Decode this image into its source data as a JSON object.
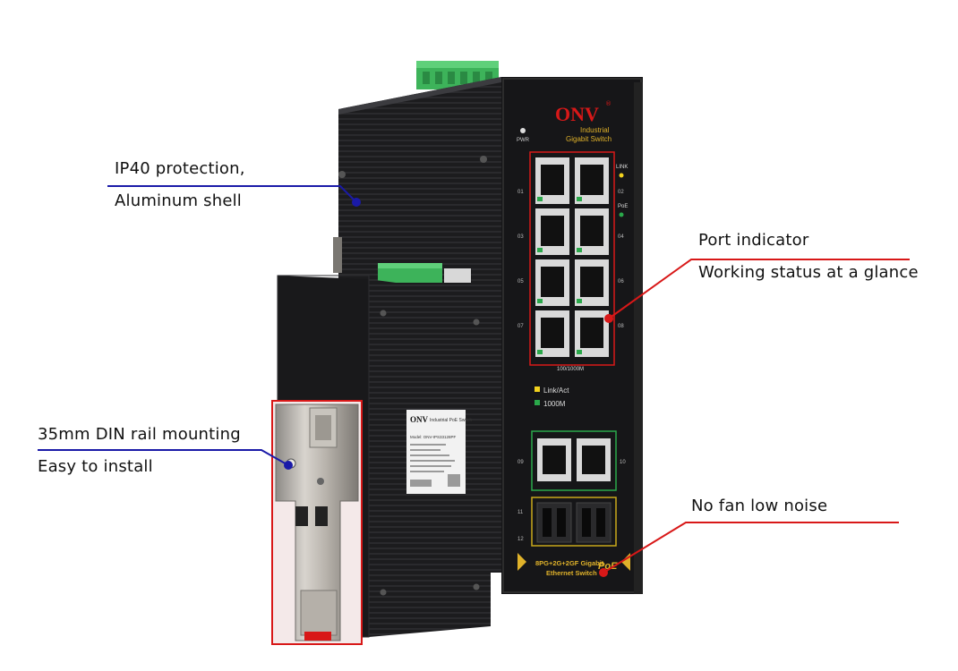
{
  "callouts": {
    "ip40": {
      "line1": "IP40 protection,",
      "line2": "Aluminum shell",
      "line_color": "#1a1aa8"
    },
    "din": {
      "line1": "35mm DIN rail mounting",
      "line2": "Easy to install",
      "line_color": "#1a1aa8"
    },
    "port": {
      "line1": "Port indicator",
      "line2": "Working status at a glance",
      "line_color": "#d81818"
    },
    "fan": {
      "line1": "No fan low noise",
      "line_color": "#d81818"
    }
  },
  "front_panel": {
    "brand": "ONV",
    "registered": "®",
    "subtitle_1": "Industrial",
    "subtitle_2": "Gigabit Switch",
    "pwr_label": "PWR",
    "link_label": "LINK",
    "poe_label": "PoE",
    "speed_label": "100/1000M",
    "legend_1": "Link/Act",
    "legend_2": "1000M",
    "model_line_1": "8PG+2G+2GF Gigabit",
    "model_line_2": "Ethernet Switch",
    "poe_logo": "PoE",
    "port_numbers_left": [
      "01",
      "03",
      "05",
      "07"
    ],
    "port_numbers_right": [
      "02",
      "04",
      "06",
      "08"
    ],
    "uplink_numbers": [
      "09",
      "10"
    ],
    "sfp_labels": [
      "11",
      "12"
    ]
  },
  "side_label": {
    "brand": "ONV",
    "title": "Industrial PoE Switch",
    "model": "Model: ONV-IPS33128PF"
  },
  "colors": {
    "accent_red": "#d81818",
    "accent_blue": "#1a1aa8",
    "led_yellow": "#f2d21e",
    "led_green": "#2aa84a",
    "terminal_green": "#3db35a"
  }
}
